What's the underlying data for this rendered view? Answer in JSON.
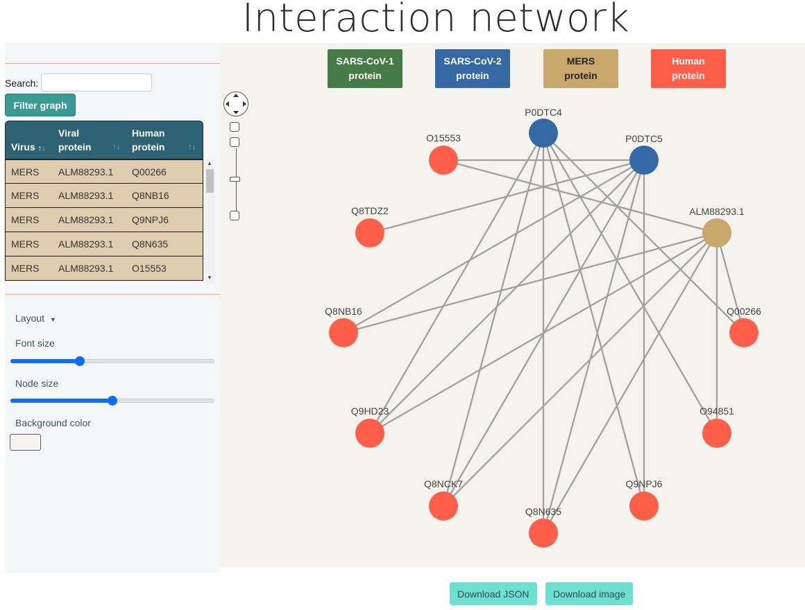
{
  "title": "Interaction network",
  "search": {
    "label": "Search:",
    "value": ""
  },
  "filter_button": "Filter graph",
  "table": {
    "headers": {
      "virus": "Virus",
      "viral": [
        "Viral",
        "protein"
      ],
      "human": [
        "Human",
        "protein"
      ]
    },
    "rows": [
      {
        "virus": "MERS",
        "viral": "ALM88293.1",
        "human": "Q00266"
      },
      {
        "virus": "MERS",
        "viral": "ALM88293.1",
        "human": "Q8NB16"
      },
      {
        "virus": "MERS",
        "viral": "ALM88293.1",
        "human": "Q9NPJ6"
      },
      {
        "virus": "MERS",
        "viral": "ALM88293.1",
        "human": "Q8N635"
      },
      {
        "virus": "MERS",
        "viral": "ALM88293.1",
        "human": "O15553"
      }
    ],
    "row_color": "#e0cdb0"
  },
  "controls": {
    "layout_label": "Layout",
    "font_size_label": "Font size",
    "font_size_fraction": 0.34,
    "node_size_label": "Node size",
    "node_size_fraction": 0.5,
    "background_color_label": "Background color",
    "background_color": "#f4f3ed"
  },
  "legend": [
    {
      "lines": [
        "SARS-CoV-1",
        "protein"
      ],
      "color": "#467a47"
    },
    {
      "lines": [
        "SARS-CoV-2",
        "protein"
      ],
      "color": "#3569a5"
    },
    {
      "lines": [
        "MERS",
        "protein"
      ],
      "color": "#c8a96b",
      "text_color": "#222222"
    },
    {
      "lines": [
        "Human",
        "protein"
      ],
      "color": "#ff5f48"
    }
  ],
  "graph": {
    "nodes": [
      {
        "id": "P0DTC4",
        "type": "SARS-CoV-2"
      },
      {
        "id": "P0DTC5",
        "type": "SARS-CoV-2"
      },
      {
        "id": "ALM88293.1",
        "type": "MERS"
      },
      {
        "id": "O15553",
        "type": "Human"
      },
      {
        "id": "Q8TDZ2",
        "type": "Human"
      },
      {
        "id": "Q8NB16",
        "type": "Human"
      },
      {
        "id": "Q00266",
        "type": "Human"
      },
      {
        "id": "Q9HD23",
        "type": "Human"
      },
      {
        "id": "O94851",
        "type": "Human"
      },
      {
        "id": "Q8NCK7",
        "type": "Human"
      },
      {
        "id": "Q9NPJ6",
        "type": "Human"
      },
      {
        "id": "Q8N635",
        "type": "Human"
      }
    ],
    "edges": [
      [
        "O15553",
        "P0DTC5"
      ],
      [
        "O15553",
        "ALM88293.1"
      ],
      [
        "Q8TDZ2",
        "P0DTC5"
      ],
      [
        "Q8NB16",
        "P0DTC5"
      ],
      [
        "Q8NB16",
        "ALM88293.1"
      ],
      [
        "Q9HD23",
        "P0DTC5"
      ],
      [
        "Q9HD23",
        "ALM88293.1"
      ],
      [
        "Q9HD23",
        "P0DTC4"
      ],
      [
        "Q8NCK7",
        "P0DTC4"
      ],
      [
        "Q8NCK7",
        "P0DTC5"
      ],
      [
        "Q8NCK7",
        "ALM88293.1"
      ],
      [
        "Q8N635",
        "P0DTC4"
      ],
      [
        "Q8N635",
        "P0DTC5"
      ],
      [
        "Q8N635",
        "ALM88293.1"
      ],
      [
        "Q9NPJ6",
        "P0DTC4"
      ],
      [
        "Q9NPJ6",
        "P0DTC5"
      ],
      [
        "O94851",
        "P0DTC4"
      ],
      [
        "O94851",
        "ALM88293.1"
      ],
      [
        "Q00266",
        "P0DTC4"
      ],
      [
        "Q00266",
        "ALM88293.1"
      ]
    ],
    "colors": {
      "SARS-CoV-2": "#3569a5",
      "MERS": "#c8a96b",
      "Human": "#ff5f48",
      "edge": "#a0a0a0"
    }
  },
  "buttons": {
    "download_json": "Download JSON",
    "download_image": "Download image"
  }
}
